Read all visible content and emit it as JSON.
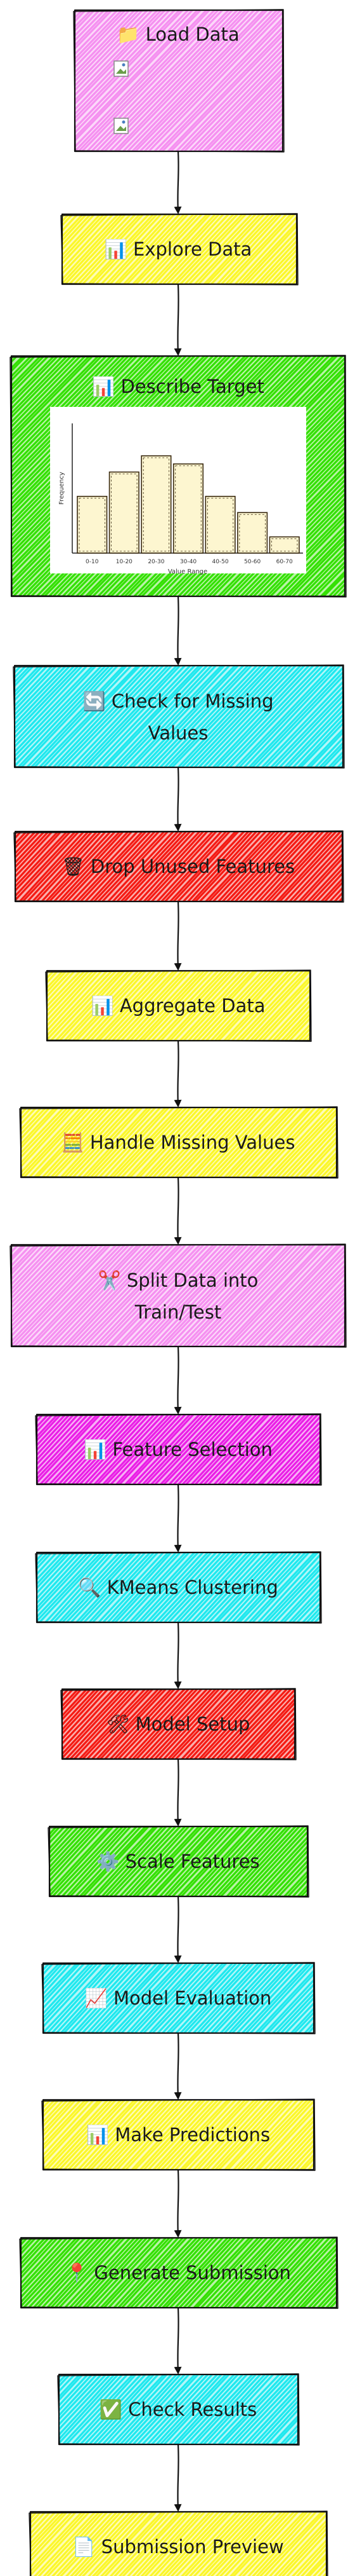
{
  "diagram": {
    "nodes": [
      {
        "id": "load-data",
        "icon": "📁",
        "lines": [
          "Load Data"
        ],
        "color": "#f590f0",
        "images": [
          "broken-image-icon",
          "broken-image-icon"
        ]
      },
      {
        "id": "explore-data",
        "icon": "📊",
        "lines": [
          "Explore Data"
        ],
        "color": "#fbf72a"
      },
      {
        "id": "describe-target",
        "icon": "📊",
        "lines": [
          "Describe Target"
        ],
        "color": "#33e000"
      },
      {
        "id": "check-missing",
        "icon": "🔄",
        "lines": [
          "Check for Missing",
          "Values"
        ],
        "color": "#1fe8ee"
      },
      {
        "id": "drop-features",
        "icon": "🗑",
        "lines": [
          "Drop Unused Features"
        ],
        "color": "#f41a13"
      },
      {
        "id": "aggregate-data",
        "icon": "📊",
        "lines": [
          "Aggregate Data"
        ],
        "color": "#fbf72a"
      },
      {
        "id": "handle-missing",
        "icon": "🧮",
        "lines": [
          "Handle Missing Values"
        ],
        "color": "#fbf72a"
      },
      {
        "id": "split-data",
        "icon": "✂️",
        "lines": [
          "Split Data into",
          "Train/Test"
        ],
        "color": "#f590f0"
      },
      {
        "id": "feature-selection",
        "icon": "📊",
        "lines": [
          "Feature Selection"
        ],
        "color": "#ea1ee6"
      },
      {
        "id": "kmeans",
        "icon": "🔍",
        "lines": [
          "KMeans Clustering"
        ],
        "color": "#1fe8ee"
      },
      {
        "id": "model-setup",
        "icon": "🛠",
        "lines": [
          "Model Setup"
        ],
        "color": "#f41a13"
      },
      {
        "id": "scale-features",
        "icon": "⚙️",
        "lines": [
          "Scale Features"
        ],
        "color": "#33e000"
      },
      {
        "id": "model-evaluation",
        "icon": "📈",
        "lines": [
          "Model Evaluation"
        ],
        "color": "#1fe8ee"
      },
      {
        "id": "make-predictions",
        "icon": "📊",
        "lines": [
          "Make Predictions"
        ],
        "color": "#fbf72a"
      },
      {
        "id": "generate-submission",
        "icon": "📍",
        "lines": [
          "Generate Submission"
        ],
        "color": "#33e000"
      },
      {
        "id": "check-results",
        "icon": "✅",
        "lines": [
          "Check Results"
        ],
        "color": "#1fe8ee"
      },
      {
        "id": "submission-preview",
        "icon": "📄",
        "lines": [
          "Submission Preview"
        ],
        "color": "#fbf72a"
      }
    ]
  },
  "chart_data": {
    "type": "bar",
    "categories": [
      "0-10",
      "10-20",
      "20-30",
      "30-40",
      "40-50",
      "50-60",
      "60-70"
    ],
    "values": [
      7,
      10,
      12,
      11,
      7,
      5,
      2
    ],
    "ylim": [
      0,
      16
    ],
    "xlabel": "Value Range",
    "ylabel": "Frequency",
    "bar_fill": "#fdf6d0",
    "bar_stroke": "#3a2a10",
    "grid": false
  }
}
